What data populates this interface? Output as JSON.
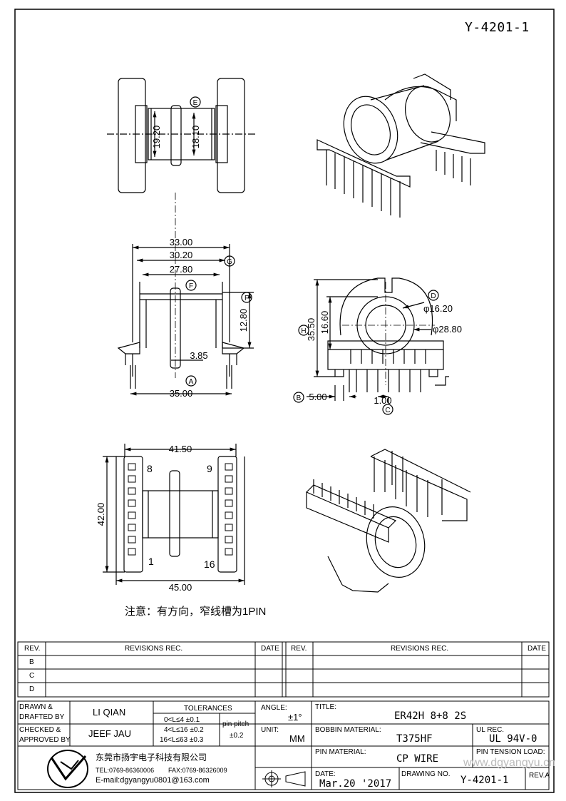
{
  "drawing_number_top": "Y-4201-1",
  "note": "注意：有方向，窄线槽为1PIN",
  "dimensions": {
    "e_19_20": "19.20",
    "e_18_10": "18.10",
    "g_33_00": "33.00",
    "g_30_20": "30.20",
    "f_27_80": "27.80",
    "f_12_80": "12.80",
    "a_3_85": "3.85",
    "a_35_00": "35.00",
    "h_35_50": "35.50",
    "h_16_60": "16.60",
    "d_16_20": "φ16.20",
    "d_28_80": "φ28.80",
    "b_5_00": "5.00",
    "c_1_00": "1.00",
    "w_41_50": "41.50",
    "h_42_00": "42.00",
    "w_45_00": "45.00"
  },
  "callouts": {
    "E": "E",
    "G": "G",
    "F": "F",
    "A": "A",
    "H": "H",
    "D": "D",
    "B": "B",
    "C": "C"
  },
  "pins": {
    "p8": "8",
    "p9": "9",
    "p1": "1",
    "p16": "16"
  },
  "revisions": {
    "rev_header": "REV.",
    "revisions_header": "REVISIONS   REC.",
    "date_header": "DATE",
    "rows": [
      "B",
      "C",
      "D"
    ]
  },
  "title_block": {
    "drawn_by_label": "DRAWN &\nDRAFTED BY",
    "drawn_by_label_1": "DRAWN &",
    "drawn_by_label_2": "DRAFTED BY",
    "drawn_by": "LI QIAN",
    "checked_by_label_1": "CHECKED &",
    "checked_by_label_2": "APPROVED BY",
    "checked_by": "JEEF JAU",
    "tolerances_label": "TOLERANCES",
    "tol_1": "0<L≤4    ±0.1",
    "tol_2": "4<L≤16  ±0.2",
    "tol_3": "16<L≤63 ±0.3",
    "pin_pitch_label": "pin pitch",
    "pin_pitch_value": "±0.2",
    "angle_label": "ANGLE:",
    "angle_value": "±1°",
    "unit_label": "UNIT:",
    "unit_value": "MM",
    "title_label": "TITLE:",
    "title_value": "ER42H  8+8  2S",
    "bobbin_material_label": "BOBBIN  MATERIAL:",
    "bobbin_material_value": "T375HF",
    "ul_rec_label": "UL  REC.",
    "ul_rec_value": "UL  94V-0",
    "pin_material_label": "PIN  MATERIAL:",
    "pin_material_value": "CP  WIRE",
    "pin_tension_label": "PIN  TENSION  LOAD:",
    "date_label": "DATE:",
    "date_value": "Mar.20  '2017",
    "drawing_no_label": "DRAWING  NO.",
    "drawing_no_value": "Y-4201-1",
    "rev_label": "REV.A",
    "company_name": "东莞市扬宇电子科技有限公司",
    "tel": "TEL:0769-86360006",
    "fax": "FAX:0769-86326009",
    "email": "E-mail:dgyangyu0801@163.com",
    "watermark": "www.dgyangyu.cn"
  }
}
